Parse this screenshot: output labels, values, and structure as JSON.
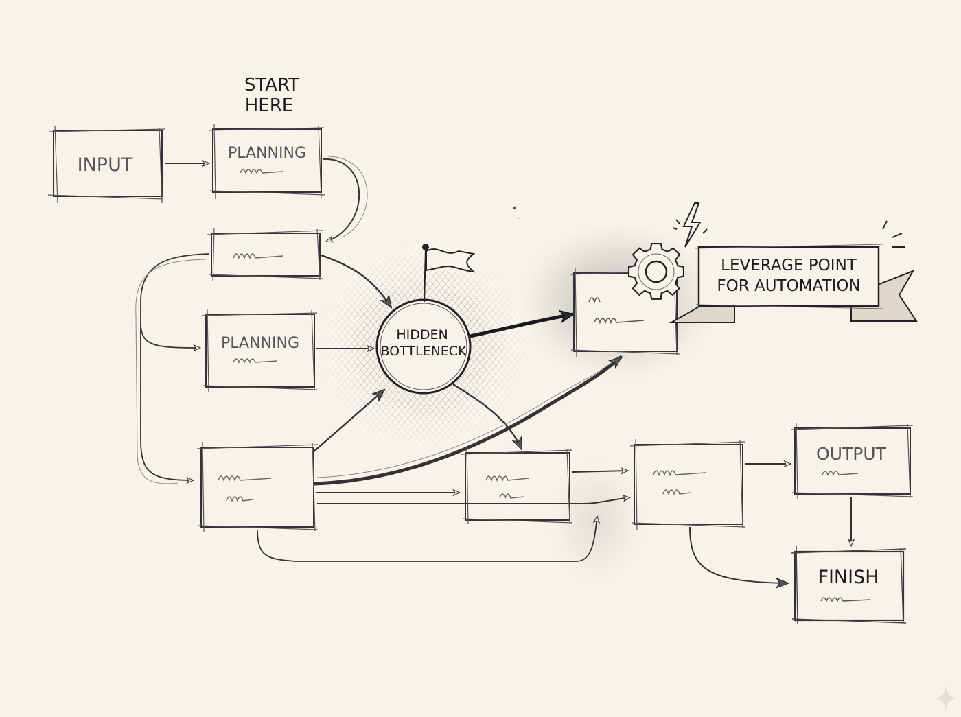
{
  "diagram": {
    "start_note": [
      "START",
      "HERE"
    ],
    "nodes": {
      "input": "INPUT",
      "planning_top": "PLANNING",
      "planning_mid": "PLANNING",
      "bottleneck": [
        "HIDDEN",
        "BOTTLENECK"
      ],
      "leverage": [
        "LEVERAGE POINT",
        "FOR AUTOMATION"
      ],
      "output": "OUTPUT",
      "finish": "FINISH"
    },
    "icons": {
      "flag": "flag-icon",
      "gear": "gear-icon",
      "spark": "lightning-spark-icon",
      "corner": "sparkle-star-icon"
    },
    "colors": {
      "paper": "#f7f3ea",
      "pencil": "#3a3a3a",
      "shade": "#6b6b6b"
    }
  }
}
